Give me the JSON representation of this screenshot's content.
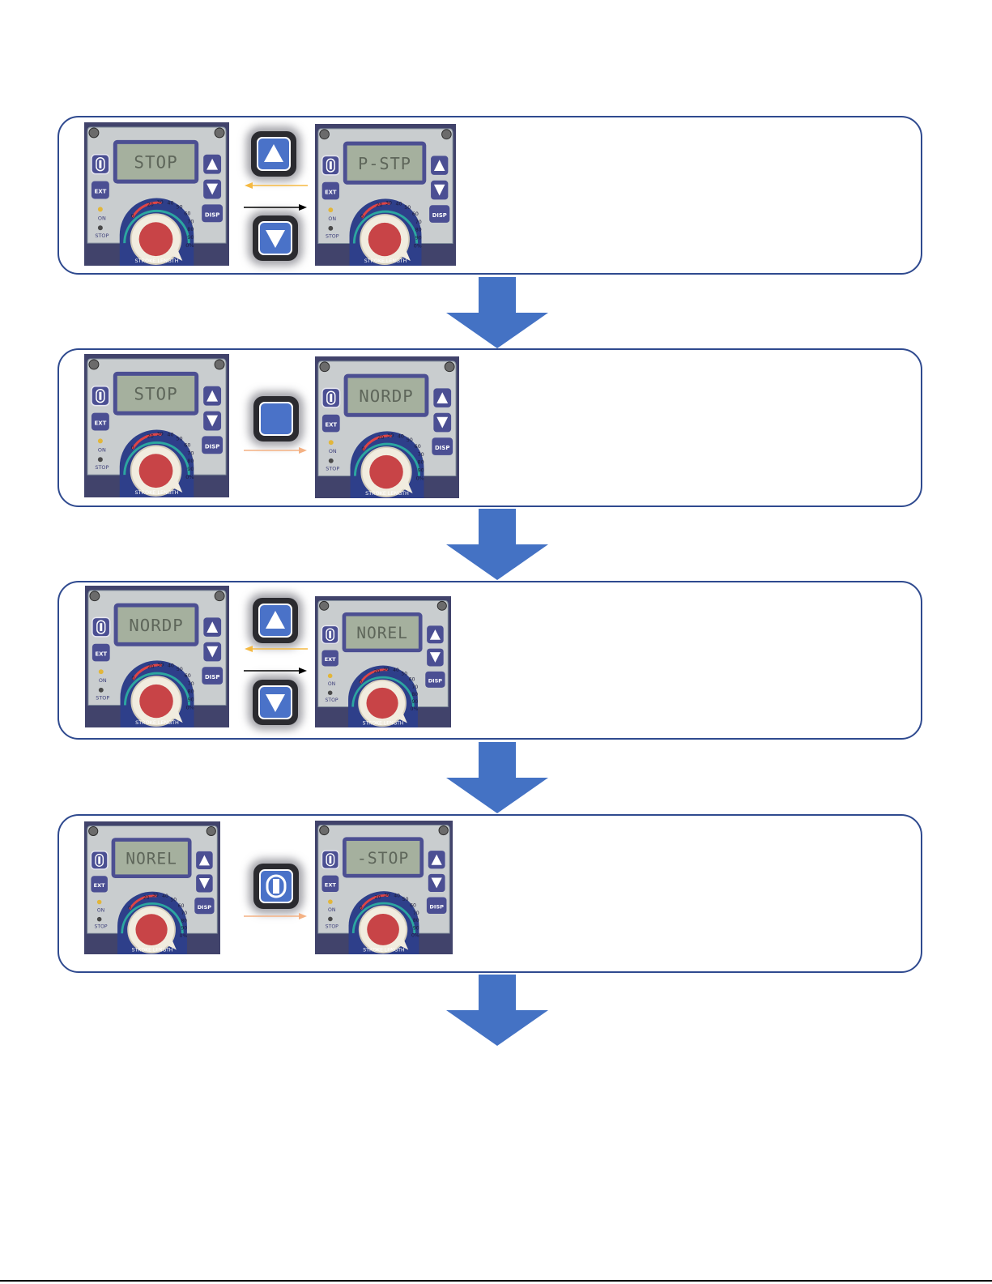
{
  "steps": [
    {
      "left_display": "STOP",
      "right_display": "P-STP",
      "buttons": [
        "up-arrow",
        "down-arrow"
      ],
      "arrows": [
        {
          "direction": "left",
          "color": "#f5b942"
        },
        {
          "direction": "right",
          "color": "#000000"
        }
      ]
    },
    {
      "left_display": "STOP",
      "right_display": "NORDP",
      "buttons": [
        "disp-blank"
      ],
      "arrows": [
        {
          "direction": "right",
          "color": "#f4b183"
        }
      ]
    },
    {
      "left_display": "NORDP",
      "right_display": "NOREL",
      "buttons": [
        "up-arrow",
        "down-arrow"
      ],
      "arrows": [
        {
          "direction": "left",
          "color": "#f5b942"
        },
        {
          "direction": "right",
          "color": "#000000"
        }
      ]
    },
    {
      "left_display": "NOREL",
      "right_display": "-STOP",
      "buttons": [
        "power-button"
      ],
      "arrows": [
        {
          "direction": "right",
          "color": "#f4b183"
        }
      ]
    }
  ],
  "panel_labels": {
    "ext": "EXT",
    "disp": "DISP",
    "on": "ON",
    "stop": "STOP",
    "stroke": "STROKE LENGTH",
    "scale": [
      "0",
      "20",
      "30",
      "40",
      "50",
      "60",
      "70",
      "80",
      "90",
      "0%"
    ]
  },
  "colors": {
    "box_border": "#2f4a8f",
    "flow_arrow": "#4472c4",
    "button_face": "#4a72c8"
  }
}
